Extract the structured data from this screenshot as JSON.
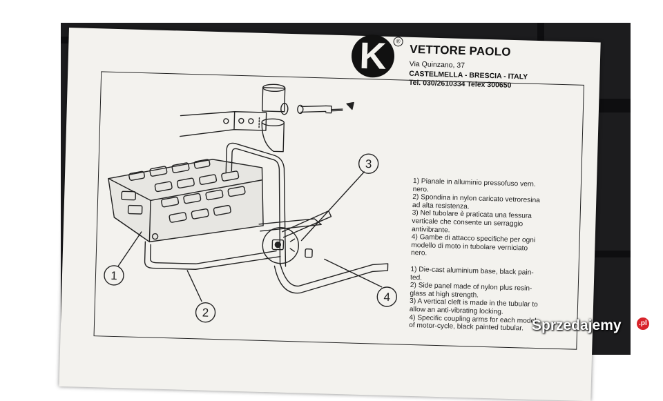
{
  "company": {
    "logo_letter": "K",
    "registered_mark": "®",
    "name": "VETTORE PAOLO",
    "street": "Via Quinzano, 37",
    "city": "CASTELMELLA - BRESCIA - ITALY",
    "phone": "Tel. 030/2610334 Telex 300650"
  },
  "callouts": [
    "1",
    "2",
    "3",
    "4"
  ],
  "legend_it": [
    "1) Pianale in alluminio pressofuso vern.",
    "    nero.",
    "2) Spondina in nylon caricato vetroresina",
    "    ad alta resistenza.",
    "3) Nel tubolare è praticata una fessura",
    "    verticale che consente un serraggio",
    "    antivibrante.",
    "4) Gambe di attacco specifiche per ogni",
    "    modello di moto in tubolare verniciato",
    "    nero."
  ],
  "legend_en": [
    "1) Die-cast aluminium base, black pain-",
    "    ted.",
    "2) Side panel made of nylon plus resin-",
    "    glass at high strength.",
    "3) A vertical cleft is made in the tubular to",
    "    allow an anti-vibrating locking.",
    "4) Specific coupling arms for each model",
    "    of motor-cycle, black painted tubular."
  ],
  "watermark": {
    "text": "Sprzedajemy",
    "suffix": ".pl"
  }
}
